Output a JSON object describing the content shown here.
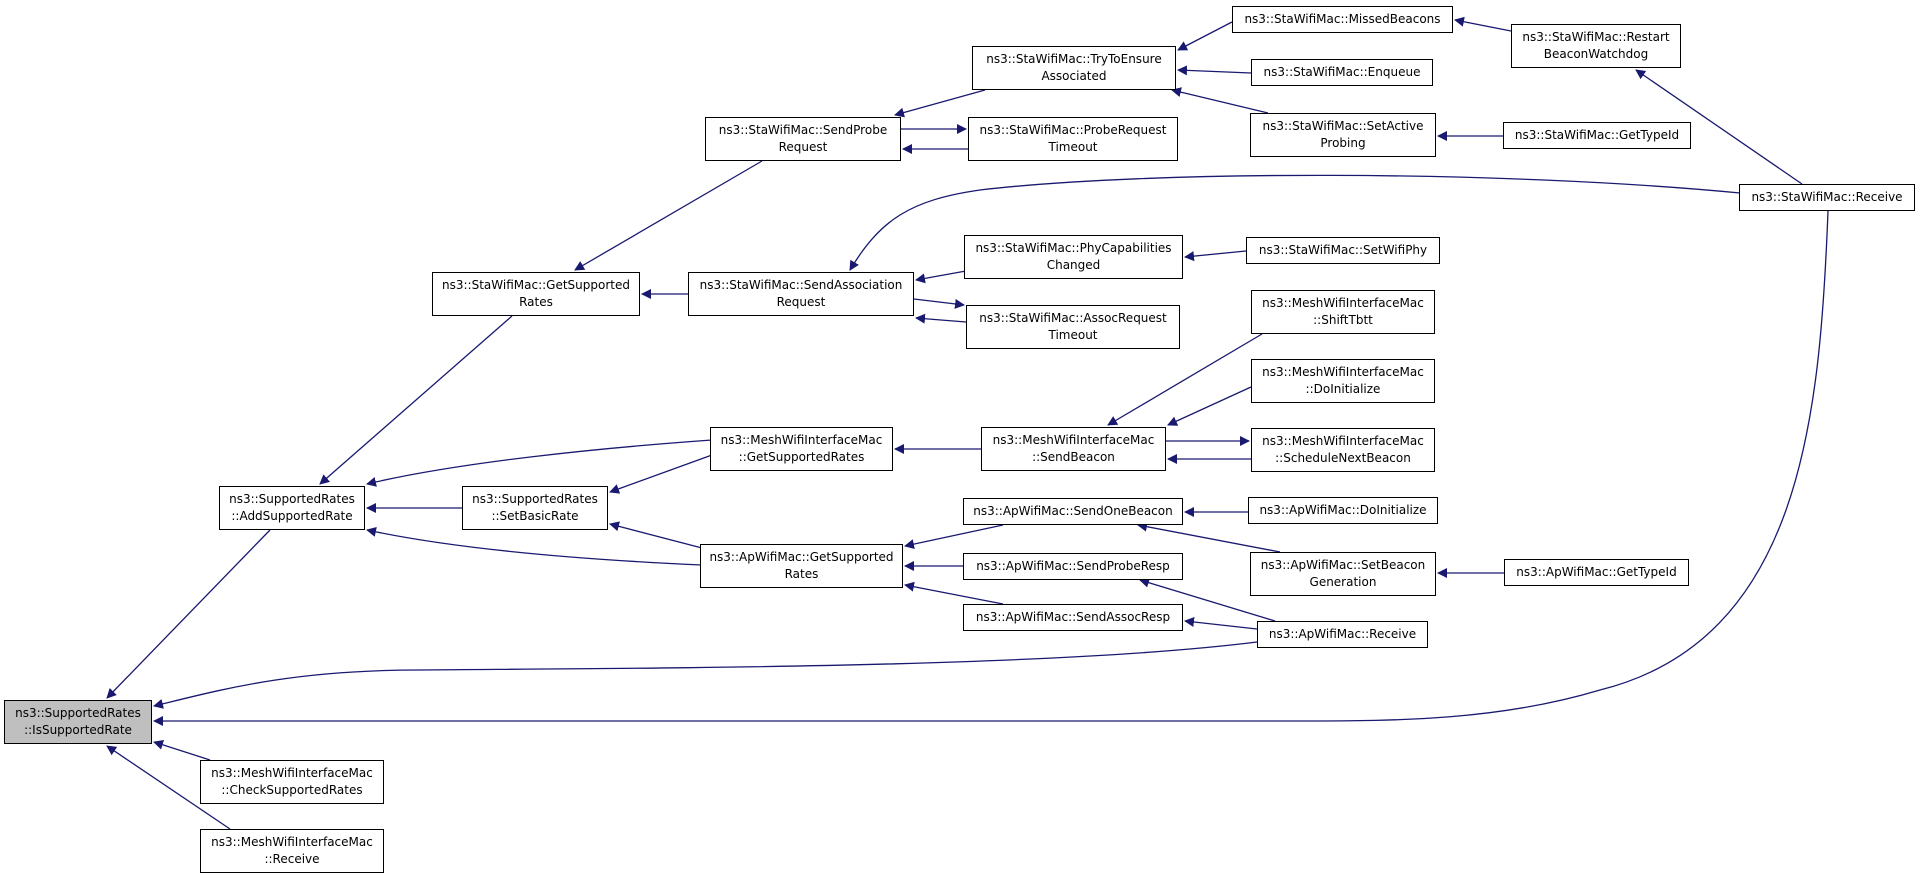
{
  "colors": {
    "edge": "#191970",
    "node_border": "#000000",
    "root_fill": "#bfbfbf",
    "node_fill": "#ffffff"
  },
  "nodes": [
    {
      "id": "root",
      "lines": [
        "ns3::SupportedRates",
        "::IsSupportedRate"
      ]
    },
    {
      "id": "addsr",
      "lines": [
        "ns3::SupportedRates",
        "::AddSupportedRate"
      ]
    },
    {
      "id": "setbasic",
      "lines": [
        "ns3::SupportedRates",
        "::SetBasicRate"
      ]
    },
    {
      "id": "staGetSR",
      "lines": [
        "ns3::StaWifiMac::GetSupported",
        "Rates"
      ]
    },
    {
      "id": "meshGetSR",
      "lines": [
        "ns3::MeshWifiInterfaceMac",
        "::GetSupportedRates"
      ]
    },
    {
      "id": "apGetSR",
      "lines": [
        "ns3::ApWifiMac::GetSupported",
        "Rates"
      ]
    },
    {
      "id": "meshCheck",
      "lines": [
        "ns3::MeshWifiInterfaceMac",
        "::CheckSupportedRates"
      ]
    },
    {
      "id": "meshRecv",
      "lines": [
        "ns3::MeshWifiInterfaceMac",
        "::Receive"
      ]
    },
    {
      "id": "staSendProbe",
      "lines": [
        "ns3::StaWifiMac::SendProbe",
        "Request"
      ]
    },
    {
      "id": "staSendAssoc",
      "lines": [
        "ns3::StaWifiMac::SendAssociation",
        "Request"
      ]
    },
    {
      "id": "meshSendBeacon",
      "lines": [
        "ns3::MeshWifiInterfaceMac",
        "::SendBeacon"
      ]
    },
    {
      "id": "apSendOne",
      "lines": [
        "ns3::ApWifiMac::SendOneBeacon"
      ]
    },
    {
      "id": "apSendProbeResp",
      "lines": [
        "ns3::ApWifiMac::SendProbeResp"
      ]
    },
    {
      "id": "apSendAssocResp",
      "lines": [
        "ns3::ApWifiMac::SendAssocResp"
      ]
    },
    {
      "id": "staTryEnsure",
      "lines": [
        "ns3::StaWifiMac::TryToEnsure",
        "Associated"
      ]
    },
    {
      "id": "staProbeTimeout",
      "lines": [
        "ns3::StaWifiMac::ProbeRequest",
        "Timeout"
      ]
    },
    {
      "id": "staPhyCap",
      "lines": [
        "ns3::StaWifiMac::PhyCapabilities",
        "Changed"
      ]
    },
    {
      "id": "staAssocTimeout",
      "lines": [
        "ns3::StaWifiMac::AssocRequest",
        "Timeout"
      ]
    },
    {
      "id": "staMissed",
      "lines": [
        "ns3::StaWifiMac::MissedBeacons"
      ]
    },
    {
      "id": "staEnqueue",
      "lines": [
        "ns3::StaWifiMac::Enqueue"
      ]
    },
    {
      "id": "staSetActive",
      "lines": [
        "ns3::StaWifiMac::SetActive",
        "Probing"
      ]
    },
    {
      "id": "staSetWifiPhy",
      "lines": [
        "ns3::StaWifiMac::SetWifiPhy"
      ]
    },
    {
      "id": "meshShift",
      "lines": [
        "ns3::MeshWifiInterfaceMac",
        "::ShiftTbtt"
      ]
    },
    {
      "id": "meshDoInit",
      "lines": [
        "ns3::MeshWifiInterfaceMac",
        "::DoInitialize"
      ]
    },
    {
      "id": "meshSchedule",
      "lines": [
        "ns3::MeshWifiInterfaceMac",
        "::ScheduleNextBeacon"
      ]
    },
    {
      "id": "apDoInit",
      "lines": [
        "ns3::ApWifiMac::DoInitialize"
      ]
    },
    {
      "id": "apSetBeaconGen",
      "lines": [
        "ns3::ApWifiMac::SetBeacon",
        "Generation"
      ]
    },
    {
      "id": "apReceive",
      "lines": [
        "ns3::ApWifiMac::Receive"
      ]
    },
    {
      "id": "staRestart",
      "lines": [
        "ns3::StaWifiMac::Restart",
        "BeaconWatchdog"
      ]
    },
    {
      "id": "staGetTypeId",
      "lines": [
        "ns3::StaWifiMac::GetTypeId"
      ]
    },
    {
      "id": "staReceive",
      "lines": [
        "ns3::StaWifiMac::Receive"
      ]
    },
    {
      "id": "apGetTypeId",
      "lines": [
        "ns3::ApWifiMac::GetTypeId"
      ]
    }
  ]
}
